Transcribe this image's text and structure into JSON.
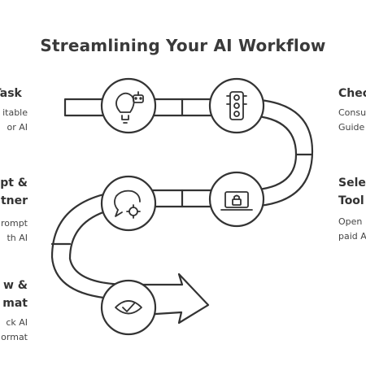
{
  "title": "Streamlining Your AI Workflow",
  "steps": [
    {
      "title_lines": [
        "Task"
      ],
      "desc_lines": [
        "itable",
        "or AI"
      ],
      "icon": "lightbulb-robot-icon"
    },
    {
      "title_lines": [
        "Chec"
      ],
      "desc_lines": [
        "Consu",
        "Guide"
      ],
      "icon": "traffic-light-icon"
    },
    {
      "title_lines": [
        "Sele",
        "Tool"
      ],
      "desc_lines": [
        "Open",
        "paid A"
      ],
      "icon": "laptop-lock-icon"
    },
    {
      "title_lines": [
        "pt &",
        "tner"
      ],
      "desc_lines": [
        "rompt",
        "th AI"
      ],
      "icon": "chat-gear-icon"
    },
    {
      "title_lines": [
        "w &",
        "mat"
      ],
      "desc_lines": [
        "ck AI",
        "ormat"
      ],
      "icon": "eye-check-icon"
    }
  ],
  "colors": {
    "stroke": "#333333",
    "text": "#333333",
    "background": "#ffffff"
  }
}
